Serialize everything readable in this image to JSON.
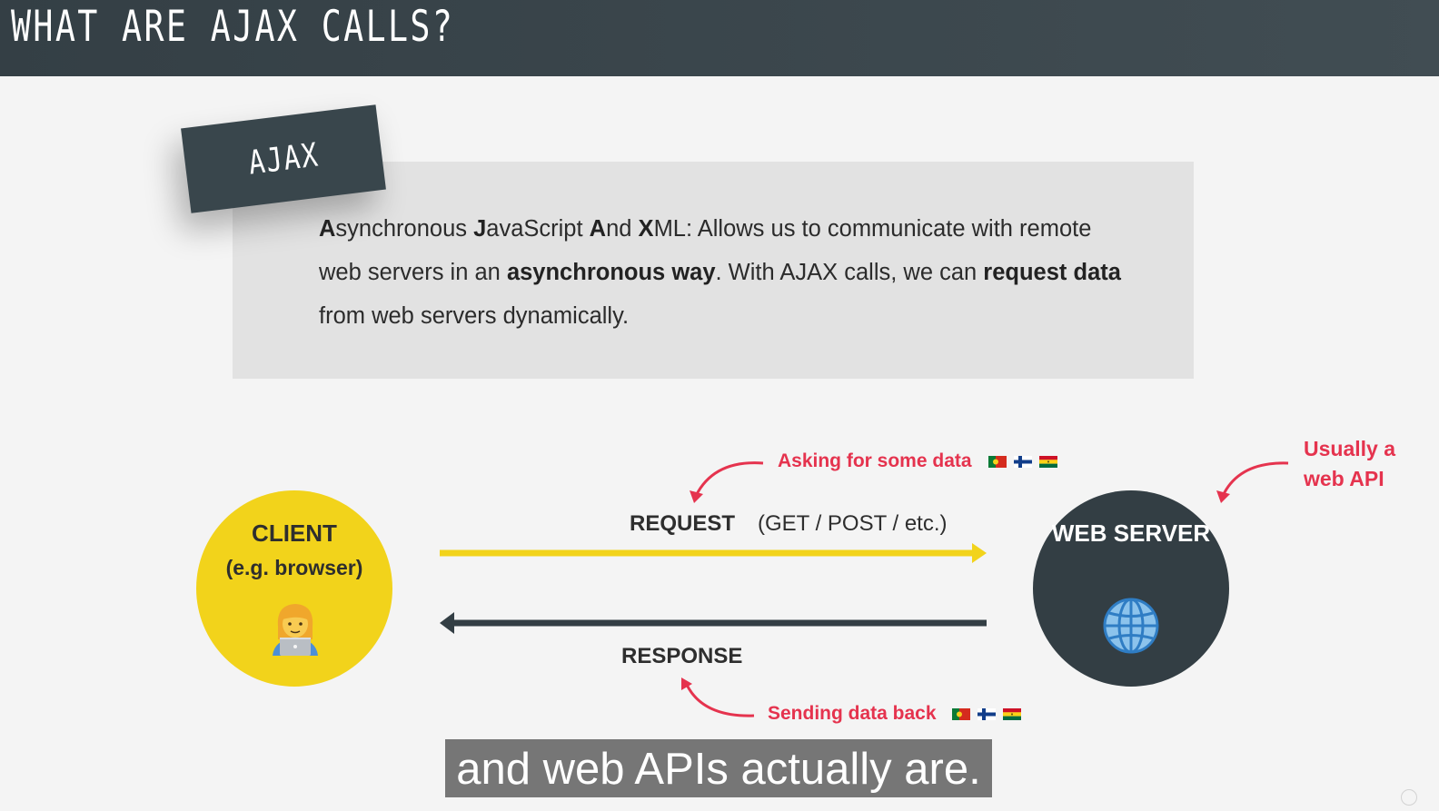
{
  "header": {
    "title": "WHAT ARE AJAX CALLS?"
  },
  "definition": {
    "tag": "AJAX",
    "parts": [
      {
        "t": "A",
        "b": true
      },
      {
        "t": "synchronous ",
        "b": false
      },
      {
        "t": "J",
        "b": true
      },
      {
        "t": "avaScript ",
        "b": false
      },
      {
        "t": "A",
        "b": true
      },
      {
        "t": "nd ",
        "b": false
      },
      {
        "t": "X",
        "b": true
      },
      {
        "t": "ML: Allows us to communicate with remote web servers in an ",
        "b": false
      },
      {
        "t": "asynchronous way",
        "b": true
      },
      {
        "t": ". With AJAX calls, we can ",
        "b": false
      },
      {
        "t": "request data",
        "b": true
      },
      {
        "t": " from web servers dynamically.",
        "b": false
      }
    ]
  },
  "diagram": {
    "client": {
      "title": "CLIENT",
      "subtitle": "(e.g. browser)",
      "icon": "person-with-laptop-icon"
    },
    "server": {
      "title": "WEB SERVER",
      "icon": "globe-icon"
    },
    "request": {
      "label": "REQUEST",
      "methods": "(GET / POST / etc.)",
      "note": "Asking for some data"
    },
    "response": {
      "label": "RESPONSE",
      "note": "Sending data back"
    },
    "server_note": "Usually a web API",
    "flag_icons": [
      "portugal-flag-icon",
      "finland-flag-icon",
      "ghana-flag-icon"
    ]
  },
  "colors": {
    "header_bg": "#343f45",
    "accent_yellow": "#f2d31b",
    "accent_red": "#e5334e",
    "dark": "#333e44",
    "definition_bg": "#e2e2e2"
  },
  "subtitle": {
    "text": "and web APIs actually are."
  }
}
